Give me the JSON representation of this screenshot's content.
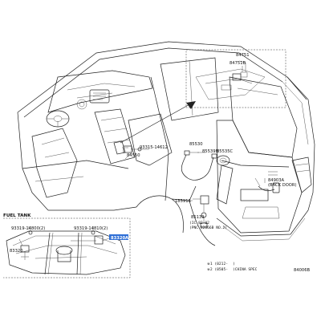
{
  "section": {
    "fuel_tank": "FUEL TANK"
  },
  "parts": {
    "p84751": "84751",
    "p84751b": "84751B",
    "p93315_14612": "93315-14612",
    "p84550": "84550",
    "p85530": "85530",
    "p85539b": "85539B",
    "p85535c": "85535C",
    "p84903a": "84903A",
    "p84903a_note": "(BACK DOOR)",
    "p185916": "185916",
    "p85139": "85139",
    "p90119_note1": "(IC 82-02",
    "p90119_note2": "(PNC 82666B NO.2)",
    "p93319_14800": "93319-14800(2)",
    "p93319_14810": "93319-14810(2)",
    "p83320a": "83320A",
    "p83320": "83320"
  },
  "legend": {
    "item1": "※1 (0212-",
    "item2": "※2 (0505-",
    "item2_suffix": ")CHINA SPEC"
  },
  "diagram_id": "84006B",
  "colors": {
    "highlight": "#2f6fd6",
    "line": "#222222"
  }
}
